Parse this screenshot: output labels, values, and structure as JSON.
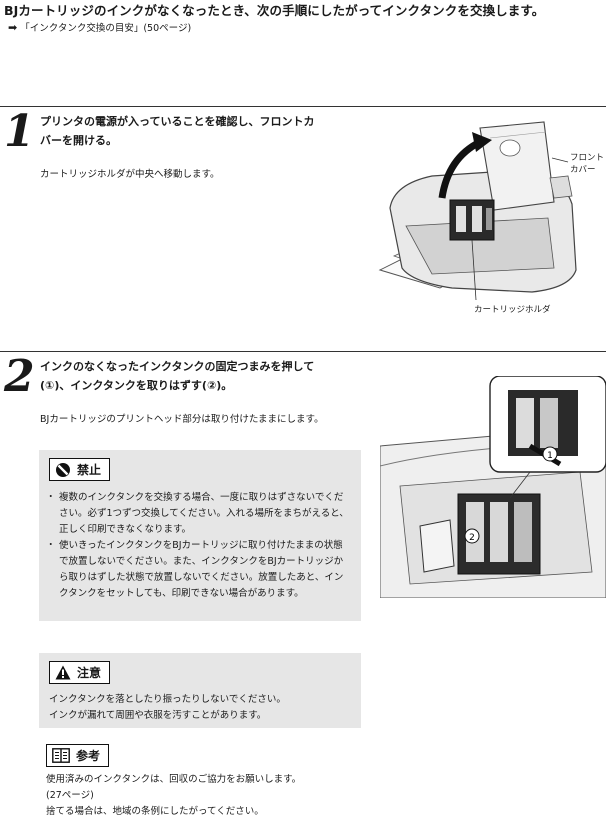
{
  "intro": {
    "title": "BJカートリッジのインクがなくなったとき、次の手順にしたがってインクタンクを交換します。",
    "reference": "「インクタンク交換の目安」(50ページ)"
  },
  "step1": {
    "number": "1",
    "text_line1": "プリンタの電源が入っていることを確認し、フロントカ",
    "text_line2": "バーを開ける。",
    "sub": "カートリッジホルダが中央へ移動します。",
    "callout_front_line1": "フロント",
    "callout_front_line2": "カバー",
    "callout_holder": "カートリッジホルダ"
  },
  "step2": {
    "number": "2",
    "text_line1": "インクのなくなったインクタンクの固定つまみを押して",
    "text_line2": "(①)、インクタンクを取りはずす(②)。",
    "sub": "BJカートリッジのプリントヘッド部分は取り付けたままにします。"
  },
  "prohibit": {
    "label": "禁止",
    "items": [
      "複数のインクタンクを交換する場合、一度に取りはずさないでください。必ず1つずつ交換してください。入れる場所をまちがえると、正しく印刷できなくなります。",
      "使いきったインクタンクをBJカートリッジに取り付けたままの状態で放置しないでください。また、インクタンクをBJカートリッジから取りはずした状態で放置しないでください。放置したあと、インクタンクをセットしても、印刷できない場合があります。"
    ]
  },
  "caution": {
    "label": "注意",
    "line1": "インクタンクを落としたり振ったりしないでください。",
    "line2": "インクが漏れて周囲や衣服を汚すことがあります。"
  },
  "reference": {
    "label": "参考",
    "line1": "使用済みのインクタンクは、回収のご協力をお願いします。",
    "line2": "(27ページ)",
    "line3": "捨てる場合は、地域の条例にしたがってください。"
  }
}
